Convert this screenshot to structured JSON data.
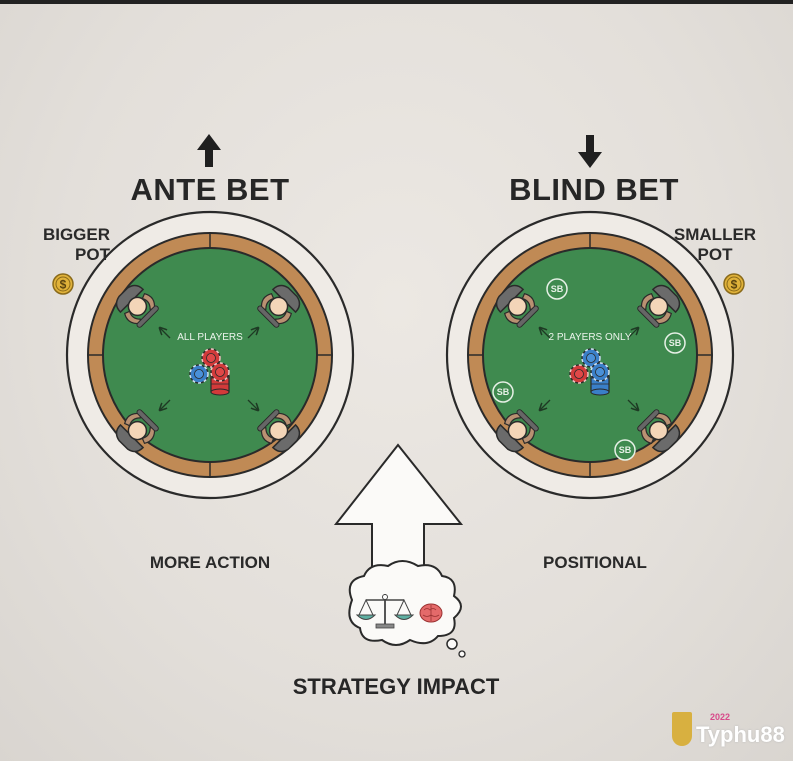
{
  "left_panel": {
    "direction": "up",
    "title": "ANTE BET",
    "pot_label_line1": "BIGGER",
    "pot_label_line2": "POT",
    "coin_icon": "dollar-coin-icon",
    "center_text": "ALL PLAYERS",
    "bottom_label": "MORE ACTION",
    "players": 4,
    "chip_colors": [
      "#d23a3a",
      "#3a7fc8",
      "#d23a3a"
    ]
  },
  "right_panel": {
    "direction": "down",
    "title": "BLIND BET",
    "pot_label_line1": "SMALLER",
    "pot_label_line2": "POT",
    "coin_icon": "dollar-coin-icon",
    "center_text": "2 PLAYERS ONLY",
    "bottom_label": "POSITIONAL",
    "players": 4,
    "blind_badge": "SB",
    "blind_badges_count": 4,
    "chip_colors": [
      "#3a7fc8",
      "#d23a3a",
      "#3a7fc8"
    ]
  },
  "center": {
    "arrow": "up",
    "thought_icons": [
      "balance-scale-icon",
      "brain-icon"
    ],
    "title": "STRATEGY IMPACT"
  },
  "watermark": {
    "brand": "Typhu88",
    "year": "2022"
  },
  "colors": {
    "felt": "#3f8a4f",
    "rail": "#c08a55",
    "outline": "#2a2a2a",
    "coin": "#e0b23a",
    "background": "#e7e3de"
  }
}
